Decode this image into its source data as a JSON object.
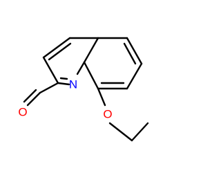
{
  "molecule": {
    "atoms": {
      "nitrogen": {
        "symbol": "N",
        "color": "#0000ff"
      },
      "ether_oxygen": {
        "symbol": "O",
        "color": "#ff0000"
      },
      "aldehyde_oxygen": {
        "symbol": "O",
        "color": "#ff0000"
      }
    },
    "bond_color": "#000000"
  }
}
